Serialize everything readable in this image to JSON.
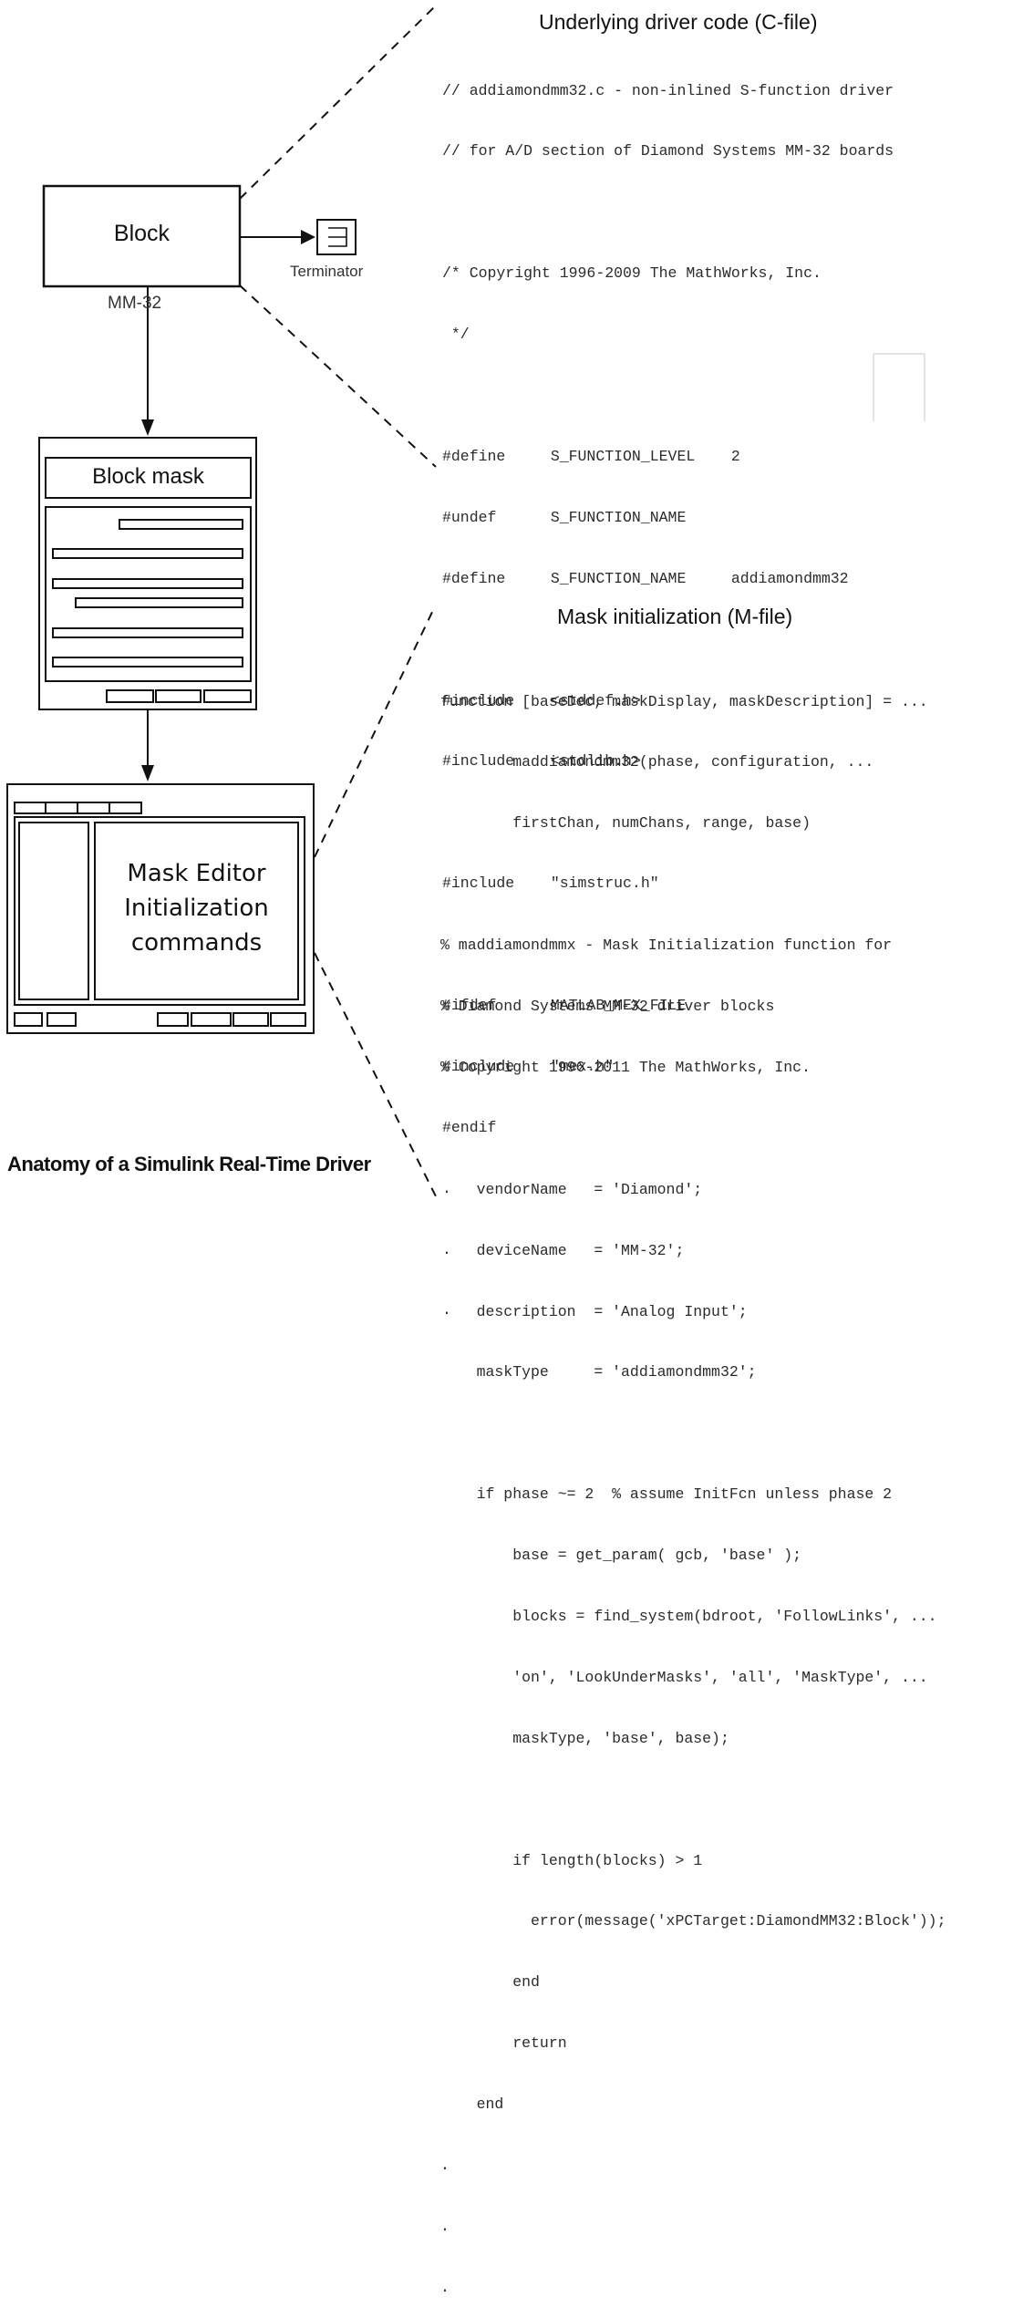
{
  "block": {
    "label": "Block",
    "sublabel": "MM-32",
    "terminator_label": "Terminator"
  },
  "block_mask": {
    "label": "Block mask"
  },
  "mask_editor": {
    "lines": [
      "Mask Editor",
      "Initialization",
      "commands"
    ]
  },
  "c_file": {
    "title": "Underlying driver code (C-file)",
    "lines": [
      "// addiamondmm32.c - non-inlined S-function driver",
      "// for A/D section of Diamond Systems MM-32 boards",
      "",
      "/* Copyright 1996-2009 The MathWorks, Inc.",
      " */",
      "",
      "#define     S_FUNCTION_LEVEL    2",
      "#undef      S_FUNCTION_NAME",
      "#define     S_FUNCTION_NAME     addiamondmm32",
      "",
      "#include    <stddef.h>",
      "#include    <stdlib.h>",
      "",
      "#include    \"simstruc.h\"",
      "",
      "#ifdef      MATLAB_MEX_FILE",
      "#include    \"mex.h\"",
      "#endif",
      ".",
      ".",
      "."
    ]
  },
  "m_file": {
    "title": "Mask initialization (M-file)",
    "lines": [
      "function [baseDec, maskDisplay, maskDescription] = ...",
      "        maddiamondmm32(phase, configuration, ...",
      "        firstChan, numChans, range, base)",
      "",
      "% maddiamondmmx - Mask Initialization function for",
      "% Diamond Systems MM-32 driver blocks",
      "% Copyright 1996-2011 The MathWorks, Inc.",
      "",
      "    vendorName   = 'Diamond';",
      "    deviceName   = 'MM-32';",
      "    description  = 'Analog Input';",
      "    maskType     = 'addiamondmm32';",
      "",
      "    if phase ~= 2  % assume InitFcn unless phase 2",
      "        base = get_param( gcb, 'base' );",
      "        blocks = find_system(bdroot, 'FollowLinks', ...",
      "        'on', 'LookUnderMasks', 'all', 'MaskType', ...",
      "        maskType, 'base', base);",
      "",
      "        if length(blocks) > 1",
      "          error(message('xPCTarget:DiamondMM32:Block'));",
      "        end",
      "        return",
      "    end",
      ".",
      ".",
      "."
    ]
  },
  "caption": "Anatomy of a Simulink Real-Time Driver",
  "colors": {
    "stroke": "#111111",
    "code_text": "#2b2b2b"
  }
}
